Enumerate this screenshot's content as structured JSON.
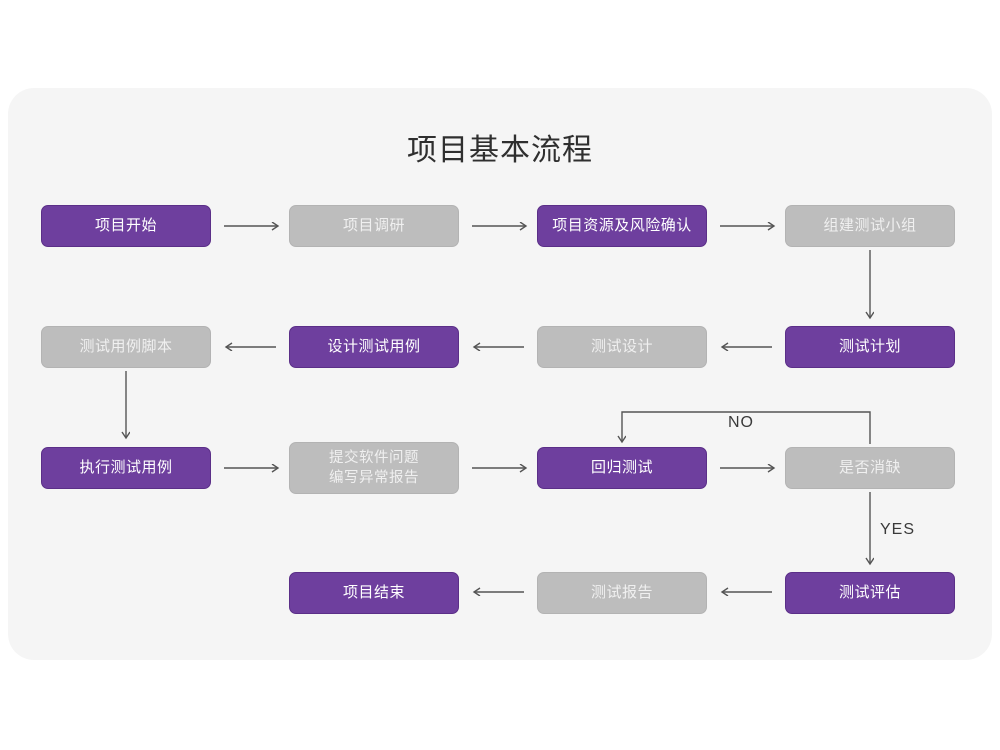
{
  "diagram": {
    "title": "项目基本流程",
    "colors": {
      "page_background": "#ffffff",
      "panel_background": "#f5f5f5",
      "active_node": "#6e3f9e",
      "inactive_node": "#bdbdbd",
      "connector": "#555555",
      "title_text": "#2f2f2f"
    },
    "nodes": [
      {
        "id": "n1",
        "label": "项目开始",
        "state": "active"
      },
      {
        "id": "n2",
        "label": "项目调研",
        "state": "inactive"
      },
      {
        "id": "n3",
        "label": "项目资源及风险确认",
        "state": "active"
      },
      {
        "id": "n4",
        "label": "组建测试小组",
        "state": "inactive"
      },
      {
        "id": "n5",
        "label": "测试用例脚本",
        "state": "inactive"
      },
      {
        "id": "n6",
        "label": "设计测试用例",
        "state": "active"
      },
      {
        "id": "n7",
        "label": "测试设计",
        "state": "inactive"
      },
      {
        "id": "n8",
        "label": "测试计划",
        "state": "active"
      },
      {
        "id": "n9",
        "label": "执行测试用例",
        "state": "active"
      },
      {
        "id": "n10",
        "label": "提交软件问题\n编写异常报告",
        "state": "inactive"
      },
      {
        "id": "n11",
        "label": "回归测试",
        "state": "active"
      },
      {
        "id": "n12",
        "label": "是否消缺",
        "state": "inactive"
      },
      {
        "id": "n13",
        "label": "项目结束",
        "state": "active"
      },
      {
        "id": "n14",
        "label": "测试报告",
        "state": "inactive"
      },
      {
        "id": "n15",
        "label": "测试评估",
        "state": "active"
      }
    ],
    "edge_labels": {
      "no": "NO",
      "yes": "YES"
    }
  }
}
